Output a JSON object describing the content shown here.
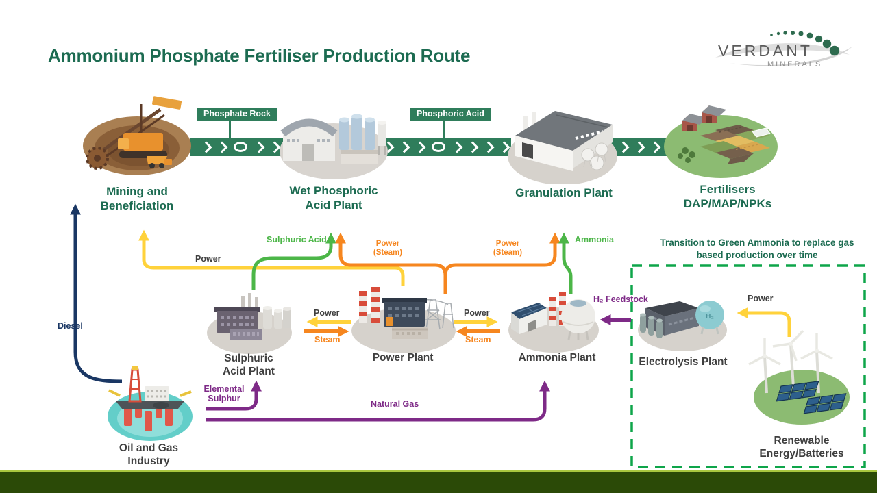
{
  "title": "Ammonium Phosphate Fertiliser Production Route",
  "logo": {
    "brand": "VERDANT",
    "sub": "MINERALS"
  },
  "diagram": {
    "top_nodes": [
      {
        "label": "Mining and\nBeneficiation"
      },
      {
        "label": "Wet Phosphoric\nAcid Plant"
      },
      {
        "label": "Granulation Plant"
      },
      {
        "label": "Fertilisers\nDAP/MAP/NPKs"
      }
    ],
    "material_tags": [
      {
        "label": "Phosphate Rock"
      },
      {
        "label": "Phosphoric Acid"
      }
    ],
    "support_nodes": [
      {
        "label": "Sulphuric\nAcid Plant"
      },
      {
        "label": "Power Plant"
      },
      {
        "label": "Ammonia Plant"
      },
      {
        "label": "Electrolysis Plant"
      },
      {
        "label": "Oil and Gas\nIndustry"
      },
      {
        "label": "Renewable\nEnergy/Batteries"
      }
    ],
    "flows": {
      "power_to_mining": "Power",
      "sulphuric_acid": "Sulphuric Acid",
      "power_steam_left": "Power\n(Steam)",
      "power_steam_right": "Power\n(Steam)",
      "ammonia": "Ammonia",
      "diesel": "Diesel",
      "elemental_sulphur": "Elemental\nSulphur",
      "natural_gas": "Natural Gas",
      "h2_feedstock": "H₂ Feedstock",
      "power_between_sulphuric": "Power",
      "steam_between_sulphuric": "Steam",
      "power_between_ammonia": "Power",
      "steam_between_ammonia": "Steam",
      "renewable_power": "Power",
      "h2_tank_label": "H₂"
    },
    "note": "Transition to Green Ammonia to replace gas\nbased production over time"
  },
  "colors": {
    "title_green": "#1C6B51",
    "band_green": "#2F7D5B",
    "yellow": "#FFD23B",
    "orange": "#F6861F",
    "green": "#4CB648",
    "purple": "#7E2A87",
    "navy": "#1A3764",
    "dashed_green": "#0EA54A",
    "label_gray": "#3F3F3F",
    "footer_dark": "#2B4A07",
    "footer_light": "#A9C73F"
  }
}
